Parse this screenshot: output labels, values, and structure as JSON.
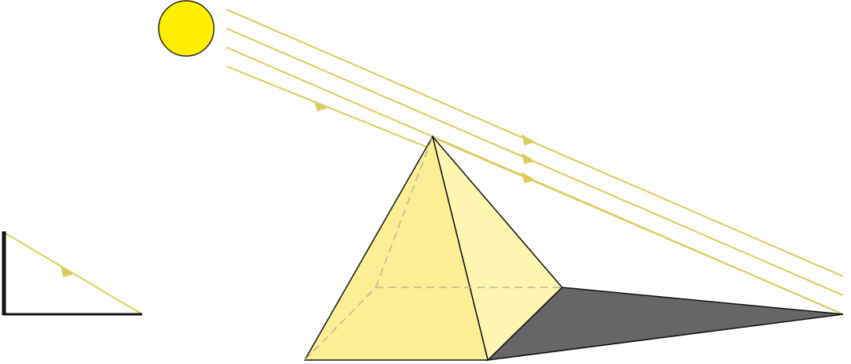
{
  "diagram": {
    "description_labels": [],
    "colors": {
      "sun_fill": "#ffee00",
      "sun_stroke": "#222222",
      "ray": "#d9cc5a",
      "pyramid_front_face": "#fbef96",
      "pyramid_side_face": "#fdf6b0",
      "pyramid_edge": "#111111",
      "hidden_edge": "#bdb88a",
      "shadow": "#666666",
      "stick": "#111111",
      "ground_line": "#111111"
    },
    "elements": {
      "sun": "sun",
      "sun_rays": 4,
      "pyramid": "square-pyramid",
      "pyramid_shadow": "shadow",
      "stick": "vertical-stick",
      "stick_shadow_ray": "ray"
    }
  }
}
